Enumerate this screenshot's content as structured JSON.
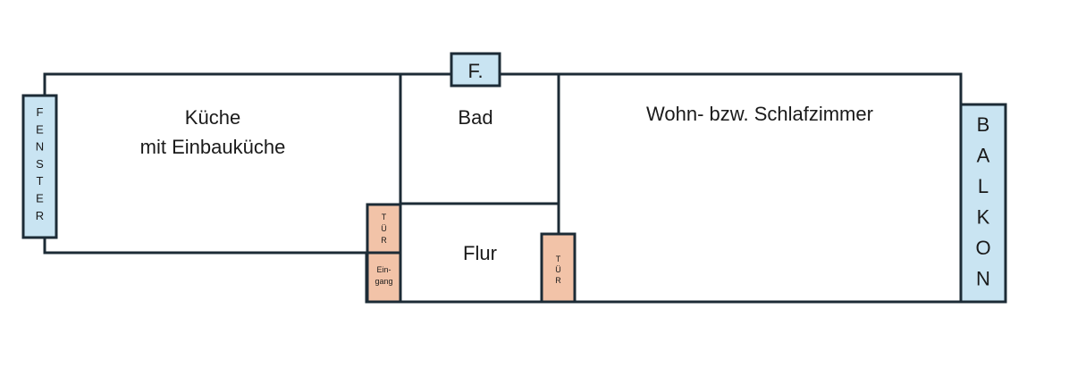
{
  "rooms": {
    "kitchen": {
      "line1": "Küche",
      "line2": "mit Einbauküche"
    },
    "bath": "Bad",
    "living": "Wohn- bzw. Schlafzimmer",
    "hall": "Flur"
  },
  "labels": {
    "window_top": "F.",
    "window_left": [
      "F",
      "E",
      "N",
      "S",
      "T",
      "E",
      "R"
    ],
    "balcony": [
      "B",
      "A",
      "L",
      "K",
      "O",
      "N"
    ],
    "door_kitchen": [
      "T",
      "Ü",
      "R"
    ],
    "door_living": [
      "T",
      "Ü",
      "R"
    ],
    "entrance": [
      "Ein-",
      "gang"
    ]
  },
  "colors": {
    "wall": "#1c2b36",
    "window_fill": "#c9e4f2",
    "door_fill": "#f2c3a8"
  }
}
